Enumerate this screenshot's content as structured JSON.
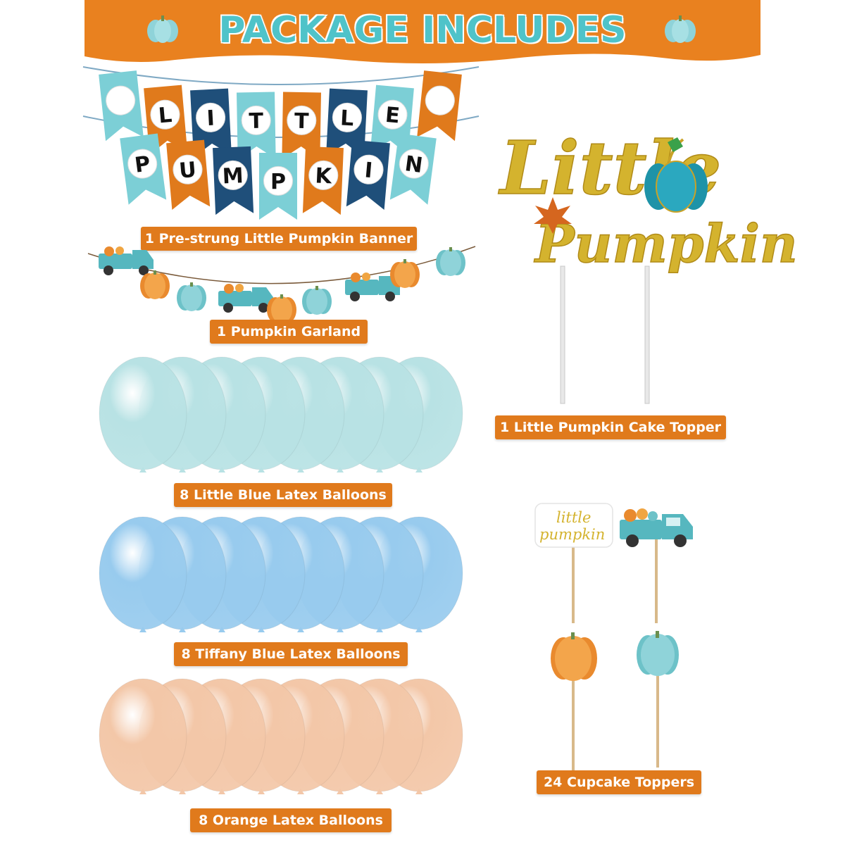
{
  "header": {
    "title": "PACKAGE INCLUDES"
  },
  "banner": {
    "row1": [
      "L",
      "I",
      "T",
      "T",
      "L",
      "E"
    ],
    "row2": [
      "P",
      "U",
      "M",
      "P",
      "K",
      "I",
      "N"
    ],
    "label": "1 Pre-strung Little Pumpkin Banner"
  },
  "garland": {
    "label": "1 Pumpkin Garland"
  },
  "cake_topper": {
    "line1": "Little",
    "line2": "Pumpkin",
    "label": "1 Little Pumpkin Cake Topper"
  },
  "balloons": [
    {
      "label": "8 Little Blue Latex Balloons",
      "count": 8,
      "color": "#b8e2e4"
    },
    {
      "label": "8 Tiffany Blue Latex Balloons",
      "count": 8,
      "color": "#98cbee"
    },
    {
      "label": "8 Orange Latex Balloons",
      "count": 8,
      "color": "#f3c7a8"
    }
  ],
  "cupcake_toppers": {
    "card_line1": "little",
    "card_line2": "pumpkin",
    "label": "24 Cupcake Toppers"
  },
  "colors": {
    "orange": "#e07a1c",
    "teal": "#7ccfd6",
    "navy": "#1f4f7a",
    "gold": "#c9a227"
  }
}
